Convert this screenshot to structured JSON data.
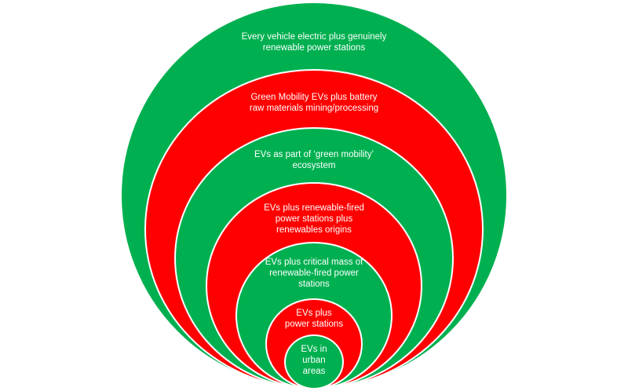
{
  "colors": {
    "green": "#00b050",
    "red": "#ff0000",
    "text": "#ffffff"
  },
  "circles": [
    {
      "color": "green",
      "lines": [
        "Every vehicle electric plus genuinely",
        "renewable power stations"
      ]
    },
    {
      "color": "red",
      "lines": [
        "Green Mobility EVs plus battery",
        "raw materials mining/processing"
      ]
    },
    {
      "color": "green",
      "lines": [
        "EVs as part of ‘green mobility’",
        "ecosystem"
      ]
    },
    {
      "color": "red",
      "lines": [
        "EVs plus renewable-fired",
        "power stations plus",
        "renewables origins"
      ]
    },
    {
      "color": "green",
      "lines": [
        "EVs plus critical mass of",
        "renewable-fired power",
        "stations"
      ]
    },
    {
      "color": "red",
      "lines": [
        "EVs plus",
        "power stations"
      ]
    },
    {
      "color": "green",
      "lines": [
        "EVs in",
        "urban",
        "areas"
      ]
    }
  ]
}
